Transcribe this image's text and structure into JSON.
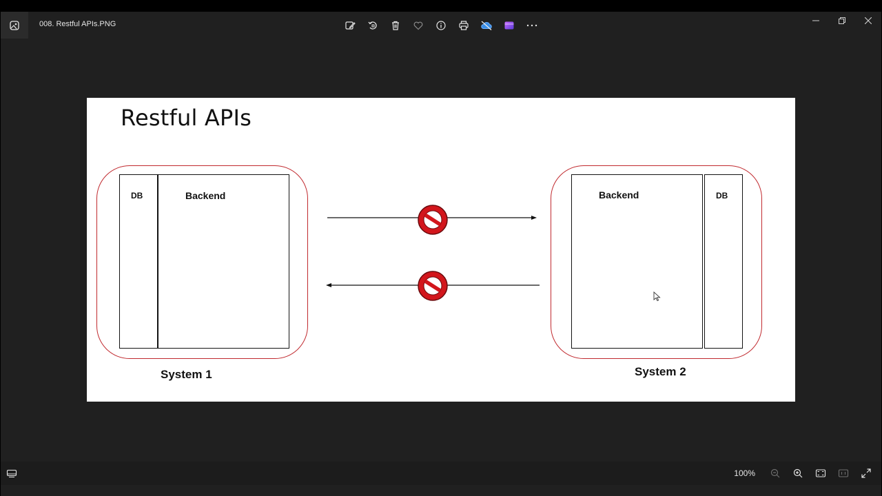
{
  "titlebar": {
    "file_name": "008. Restful APIs.PNG",
    "app_icon": "photos-app-icon",
    "toolbar": [
      {
        "name": "edit-image-button",
        "icon": "edit-icon"
      },
      {
        "name": "rotate-button",
        "icon": "rotate-icon"
      },
      {
        "name": "delete-button",
        "icon": "trash-icon"
      },
      {
        "name": "favorite-button",
        "icon": "heart-icon"
      },
      {
        "name": "file-info-button",
        "icon": "info-icon"
      },
      {
        "name": "print-button",
        "icon": "printer-icon"
      },
      {
        "name": "onedrive-button",
        "icon": "cloud-off-icon"
      },
      {
        "name": "clipchamp-button",
        "icon": "clipchamp-icon"
      },
      {
        "name": "more-options-button",
        "icon": "ellipsis-icon"
      }
    ],
    "window_controls": [
      "minimize-icon",
      "restore-icon",
      "close-icon"
    ]
  },
  "slide": {
    "title": "Restful APIs",
    "system1": {
      "label": "System 1",
      "db_label": "DB",
      "backend_label": "Backend"
    },
    "system2": {
      "label": "System 2",
      "db_label": "DB",
      "backend_label": "Backend"
    },
    "blocked_icons": [
      "prohibited-icon",
      "prohibited-icon"
    ],
    "colors": {
      "system_border": "#c0282d",
      "prohibited_fill": "#d2161c"
    }
  },
  "statusbar": {
    "zoom_level": "100%",
    "left_icon": "filmstrip-icon",
    "right_icons": [
      "zoom-out-icon",
      "zoom-in-icon",
      "fit-to-window-icon",
      "actual-size-icon",
      "fullscreen-icon"
    ]
  }
}
